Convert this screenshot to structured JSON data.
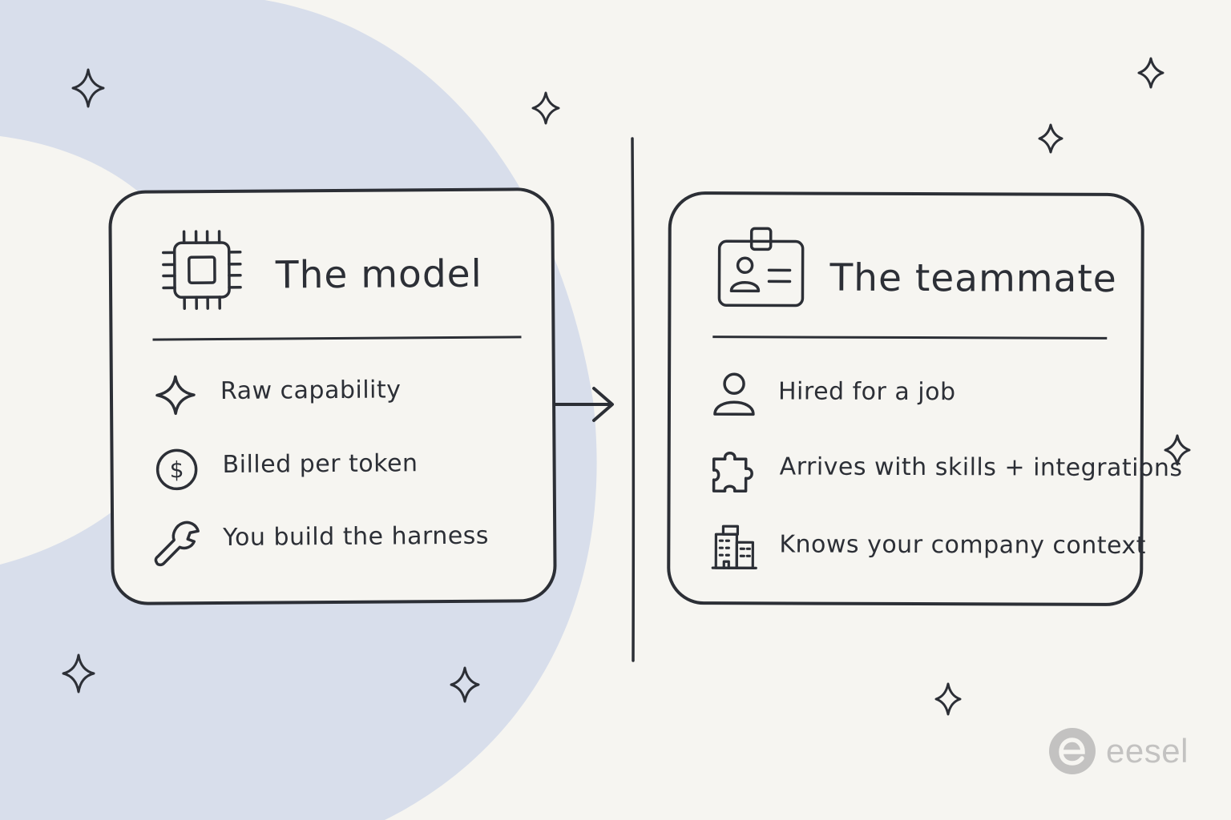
{
  "colors": {
    "background": "#f6f5f1",
    "accent_shape": "#d8deeb",
    "ink": "#2c2f36",
    "logo": "#9a9a9a"
  },
  "left_card": {
    "icon": "cpu-chip-icon",
    "title": "The model",
    "items": [
      {
        "icon": "sparkle-icon",
        "label": "Raw capability"
      },
      {
        "icon": "dollar-coin-icon",
        "label": "Billed per token"
      },
      {
        "icon": "wrench-icon",
        "label": "You build the harness"
      }
    ]
  },
  "right_card": {
    "icon": "id-badge-icon",
    "title": "The teammate",
    "items": [
      {
        "icon": "person-icon",
        "label": "Hired for a job"
      },
      {
        "icon": "puzzle-piece-icon",
        "label": "Arrives with skills + integrations"
      },
      {
        "icon": "office-building-icon",
        "label": "Knows your company context"
      }
    ]
  },
  "connector": {
    "icon": "arrow-right-icon"
  },
  "logo": {
    "text": "eesel"
  }
}
